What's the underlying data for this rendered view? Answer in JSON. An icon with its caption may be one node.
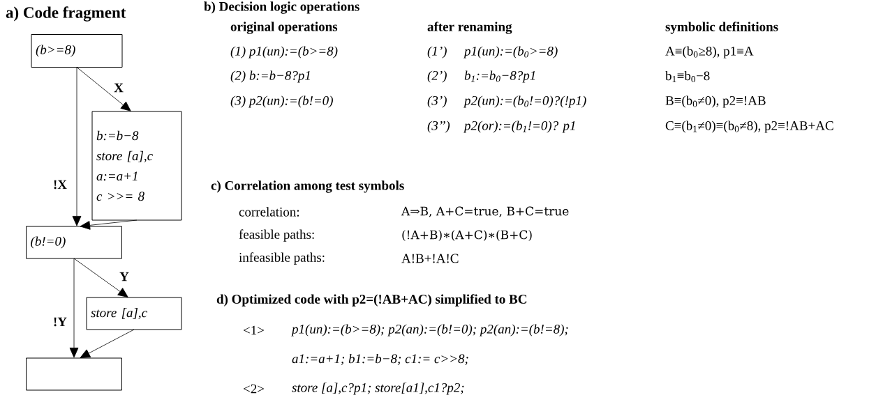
{
  "diagram": {
    "nodes": [
      {
        "text": [
          "(b>=8)"
        ]
      },
      {
        "text": [
          "b:=b−8",
          "store [a],c",
          "a:=a+1",
          "c >>= 8"
        ]
      },
      {
        "text": [
          "(b!=0)"
        ]
      },
      {
        "text": [
          "store [a],c"
        ]
      },
      {
        "text": [],
        "shape": "box"
      }
    ],
    "edges": [
      {
        "from": 0,
        "to": 1,
        "arrow": "to",
        "label": "X"
      },
      {
        "from": 0,
        "to": 2,
        "arrow": "to",
        "label": "!X"
      },
      {
        "from": 1,
        "to": 2,
        "arrow": "to"
      },
      {
        "from": 2,
        "to": 3,
        "arrow": "to",
        "label": "Y"
      },
      {
        "from": 2,
        "to": 4,
        "arrow": "to",
        "label": "!Y"
      },
      {
        "from": 3,
        "to": 4,
        "arrow": "to"
      }
    ],
    "labels": [
      "a) Code fragment",
      "b) Decision logic operations",
      "original operations",
      "after renaming",
      "symbolic definitions",
      "(1) p1(un):=(b>=8)",
      "(1’)",
      "p1(un):=(b$_{0}$>=8)",
      "A≡(b$_{0}$≥8), p1≡A",
      "(2) b:=b−8?p1",
      "(2’)",
      "b$_{1}$:=b$_{0}$−8?p1",
      "b$_{1}$≡b$_{0}$−8",
      "(3) p2(un):=(b!=0)",
      "(3’)",
      "p2(un):=(b$_{0}$!=0)?(!p1)",
      "B≡(b$_{0}$≠0), p2≡!AB",
      "(3’’)",
      "p2(or):=(b$_{1}$!=0)? p1",
      "C≡(b$_{1}$≠0)≡(b$_{0}$≠8), p2≡!AB+AC",
      "c) Correlation among test symbols",
      "correlation:",
      "A⇒B, A+C=true, B+C=true",
      "feasible paths:",
      "(!A+B)∗(A+C)∗(B+C)",
      "infeasible paths:",
      "A!B+!A!C",
      "d) Optimized code with p2=(!AB+AC) simplified to BC",
      "<1>",
      "p1(un):=(b>=8); p2(an):=(b!=0); p2(an):=(b!=8);",
      "a1:=a+1; b1:=b−8; c1:= c>>8;",
      "<2>",
      "store [a],c?p1; store[a1],c1?p2;"
    ]
  }
}
